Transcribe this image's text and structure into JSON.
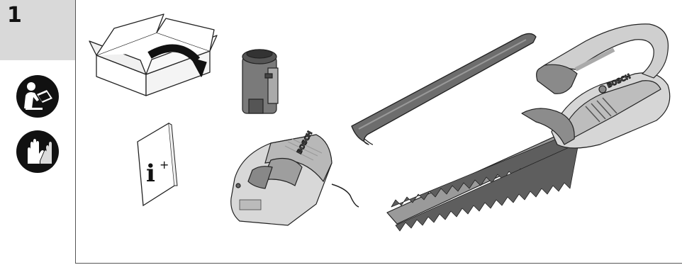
{
  "step": {
    "number": "1"
  },
  "icons": [
    {
      "name": "read-manual-icon"
    },
    {
      "name": "protective-gloves-icon"
    },
    {
      "name": "box-open-icon"
    },
    {
      "name": "battery-pack-icon"
    },
    {
      "name": "instruction-booklet-icon"
    },
    {
      "name": "battery-charger-icon"
    },
    {
      "name": "blade-cover-icon"
    },
    {
      "name": "hedge-trimmer-icon"
    }
  ],
  "booklet": {
    "symbol": "i",
    "plus": "+"
  },
  "brand": {
    "charger_label": "BOSCH",
    "trimmer_label": "BOSCH"
  }
}
